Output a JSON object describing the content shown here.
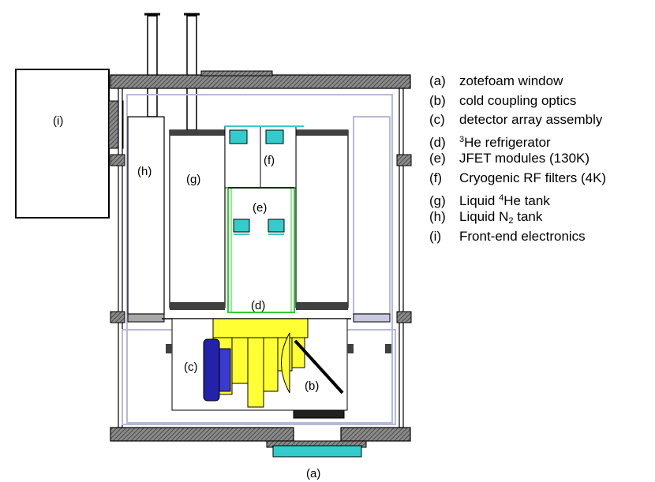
{
  "labels": {
    "a": "(a)",
    "b": "(b)",
    "c": "(c)",
    "d": "(d)",
    "e": "(e)",
    "f": "(f)",
    "g": "(g)",
    "h": "(h)",
    "i": "(i)"
  },
  "legend": [
    {
      "key": "(a)",
      "pre": "zotefoam window",
      "sup": "",
      "sub": "",
      "post": ""
    },
    {
      "key": "(b)",
      "pre": "cold coupling optics",
      "sup": "",
      "sub": "",
      "post": ""
    },
    {
      "key": "(c)",
      "pre": "detector array assembly",
      "sup": "",
      "sub": "",
      "post": ""
    },
    {
      "key": "(d)",
      "pre": "",
      "sup": "3",
      "sub": "",
      "post": "He refrigerator"
    },
    {
      "key": "(e)",
      "pre": "JFET modules (130K)",
      "sup": "",
      "sub": "",
      "post": ""
    },
    {
      "key": "(f)",
      "pre": "Cryogenic RF filters (4K)",
      "sup": "",
      "sub": "",
      "post": ""
    },
    {
      "key": "(g)",
      "pre": "Liquid ",
      "sup": "4",
      "sub": "",
      "post": "He tank"
    },
    {
      "key": "(h)",
      "pre": "Liquid N",
      "sup": "",
      "sub": "2",
      "post": " tank"
    },
    {
      "key": "(i)",
      "pre": "Front-end electronics",
      "sup": "",
      "sub": "",
      "post": ""
    }
  ],
  "colors": {
    "shell_hatch": "#5a5a5a",
    "outline": "#000000",
    "shield": "#b8b8d8",
    "dark_plate": "#404040",
    "cyan": "#33cccc",
    "yellow": "#ffff33",
    "blue": "#2222aa",
    "green": "#33cc33"
  }
}
